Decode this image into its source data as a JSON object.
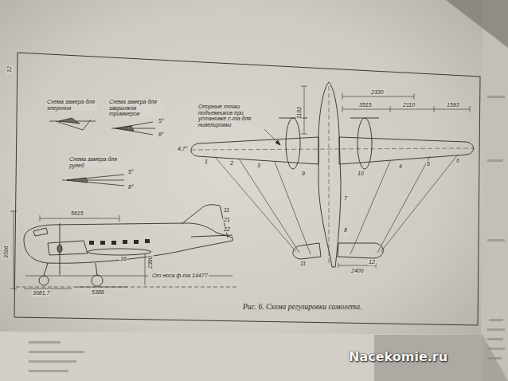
{
  "diagram": {
    "caption": "Рис. 6. Схема регулировки самолета.",
    "labels": [
      "12",
      "Схема замера для элеронов",
      "Схема замера для закрылков триммеров",
      "Схема замера для рулей",
      "5°",
      "8°",
      "5°",
      "8°",
      "Опорные точки подъемников при установке с-та для нивелировки",
      "3515",
      "2110",
      "1593",
      "1182",
      "2330",
      "4,7°",
      "1",
      "2",
      "3",
      "4",
      "5",
      "6",
      "7",
      "8",
      "9",
      "10",
      "11",
      "12",
      "2400",
      "5615",
      "3586",
      "3081,7",
      "5388",
      "2390",
      "От носа ф-та 14477",
      "11",
      "21",
      "22",
      "16",
      "Nacekomie.ru"
    ]
  }
}
